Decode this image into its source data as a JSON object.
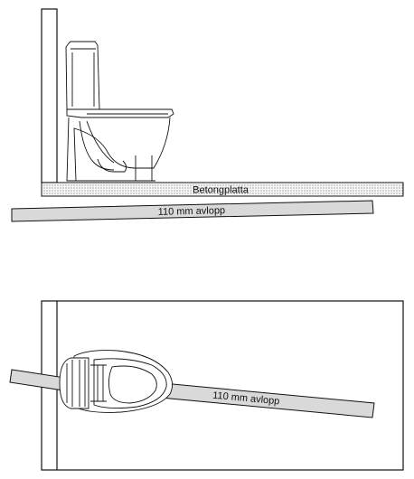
{
  "side_view": {
    "slab_label": "Betongplatta",
    "pipe_label": "110 mm avlopp"
  },
  "top_view": {
    "pipe_label": "110 mm avlopp"
  },
  "colors": {
    "line": "#111111",
    "pipe_fill": "#d9d9d9",
    "slab_fill": "#f2f2f2",
    "background": "#ffffff"
  }
}
